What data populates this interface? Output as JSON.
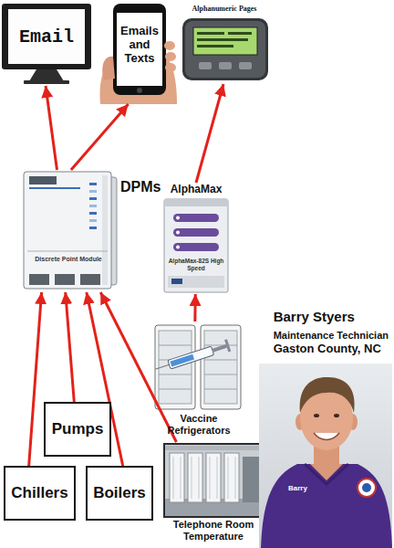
{
  "diagram": {
    "nodes": [
      {
        "text": [
          "Email"
        ]
      },
      {
        "text": [
          "Emails and Texts"
        ]
      },
      {
        "text": [
          "Alphanumeric Pages"
        ]
      },
      {
        "text": [
          "DPMs",
          "Discrete Point Module"
        ]
      },
      {
        "text": [
          "AlphaMax",
          "AlphaMax-82S High Speed"
        ]
      },
      {
        "text": [
          "Vaccine Refrigerators"
        ]
      },
      {
        "text": [
          "Pumps"
        ]
      },
      {
        "text": [
          "Chillers"
        ]
      },
      {
        "text": [
          "Boilers"
        ]
      },
      {
        "text": [
          "Telephone Room Temperature"
        ]
      }
    ],
    "edges": [
      {
        "from": 3,
        "to": 0,
        "arrow": "to"
      },
      {
        "from": 3,
        "to": 1,
        "arrow": "to"
      },
      {
        "from": 4,
        "to": 2,
        "arrow": "to"
      },
      {
        "from": 5,
        "to": 4,
        "arrow": "to"
      },
      {
        "from": 7,
        "to": 3,
        "arrow": "to"
      },
      {
        "from": 6,
        "to": 3,
        "arrow": "to"
      },
      {
        "from": 8,
        "to": 3,
        "arrow": "to"
      },
      {
        "from": 9,
        "to": 3,
        "arrow": "to"
      }
    ],
    "labels": [
      "Barry Styers",
      "Maintenance Technician",
      "Gaston County, NC",
      "Barry"
    ]
  }
}
